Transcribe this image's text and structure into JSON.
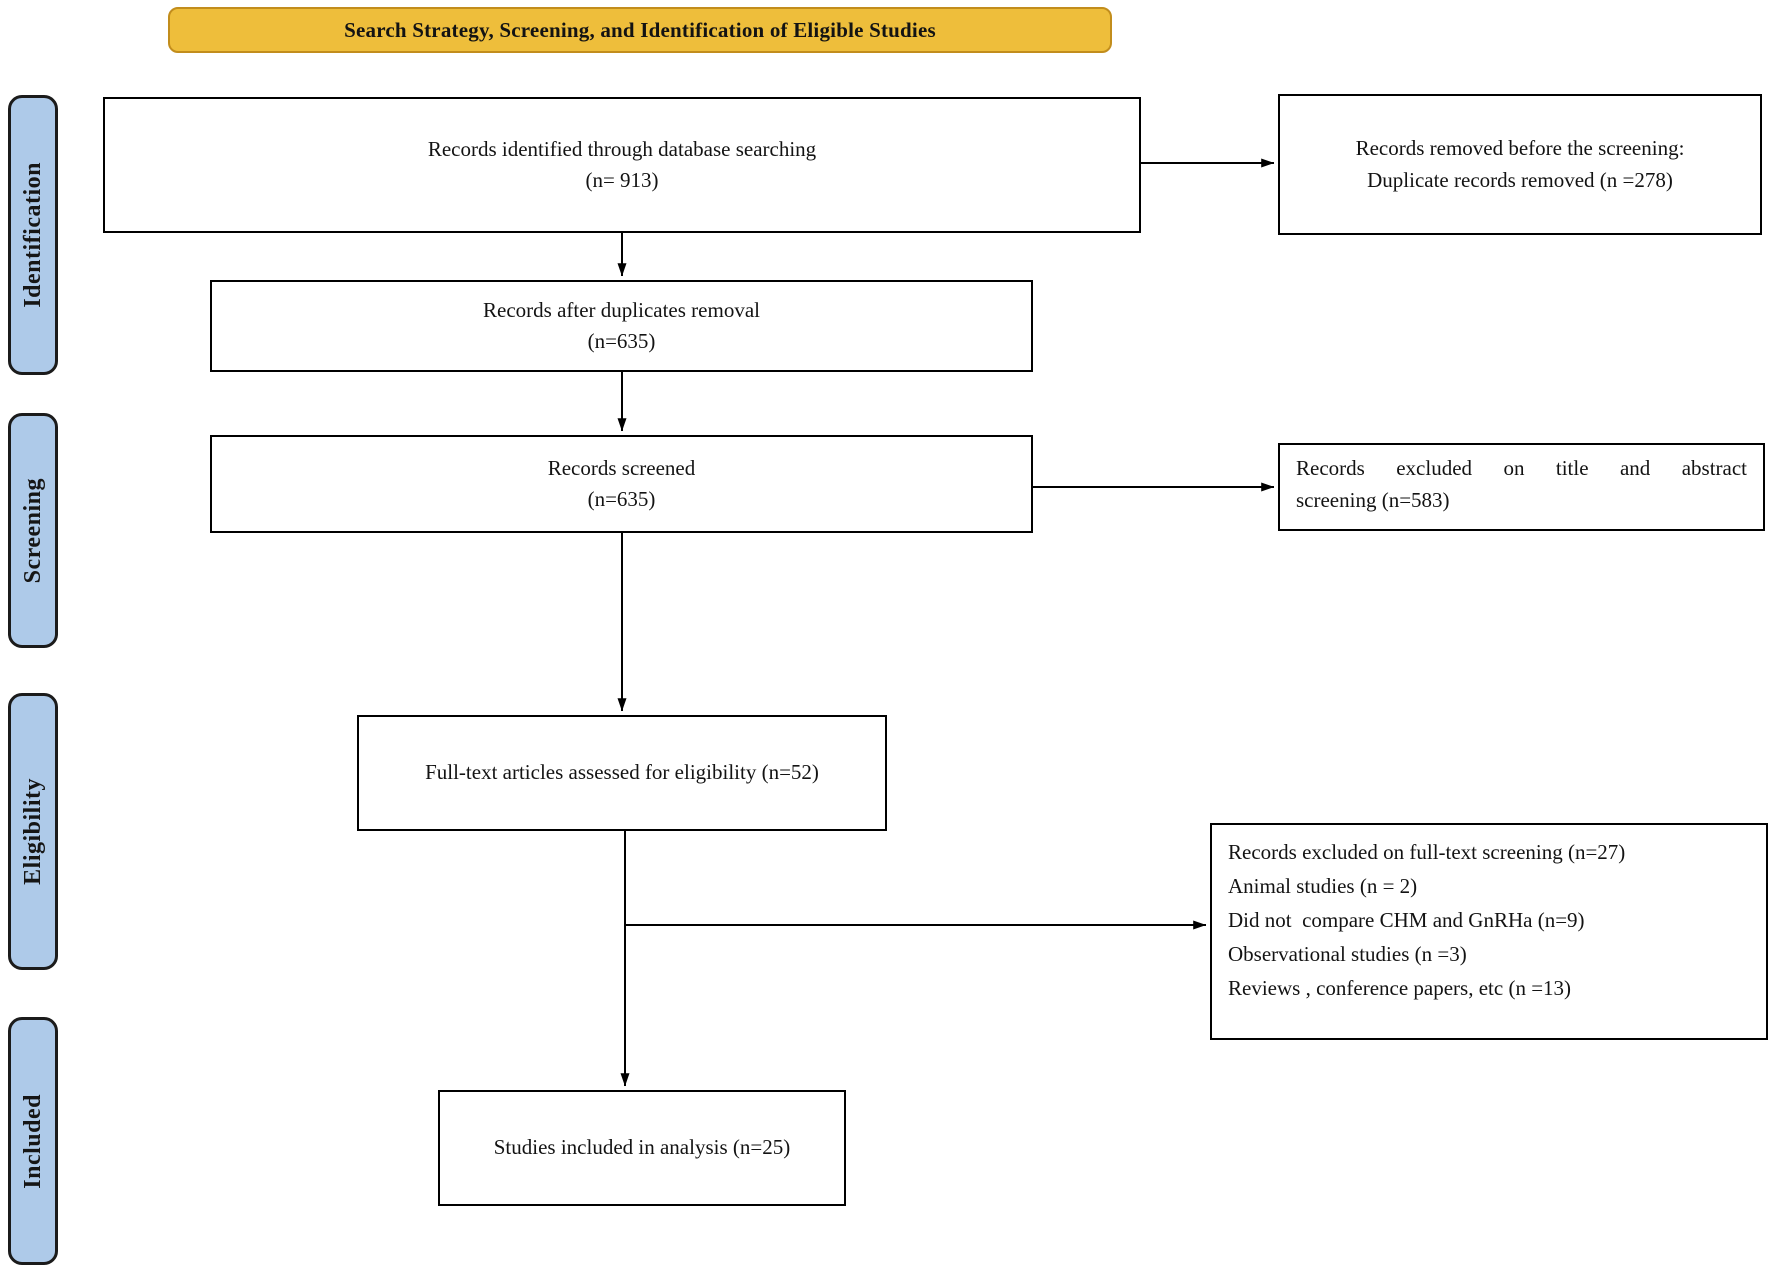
{
  "banner": {
    "title": "Search Strategy, Screening, and Identification of Eligible Studies"
  },
  "stages": [
    {
      "label": "Identification"
    },
    {
      "label": "Screening"
    },
    {
      "label": "Eligibility"
    },
    {
      "label": "Included"
    }
  ],
  "boxes": {
    "identified": {
      "line1": "Records identified through database searching",
      "line2": "(n= 913)"
    },
    "removed_before": {
      "line1": "Records removed before the screening:",
      "line2": "Duplicate records removed (n =278)"
    },
    "after_duplicates": {
      "line1": "Records after duplicates removal",
      "line2": "(n=635)"
    },
    "screened": {
      "line1": "Records screened",
      "line2": "(n=635)"
    },
    "excluded_title_abstract": {
      "line1": "Records excluded on title and abstract",
      "line2": "screening (n=583)"
    },
    "fulltext_assessed": {
      "text": "Full-text articles assessed for eligibility (n=52)"
    },
    "excluded_fulltext": {
      "lines": [
        "Records excluded on full-text screening (n=27)",
        "Animal studies (n = 2)",
        "Did not  compare CHM and GnRHa (n=9)",
        "Observational studies (n =3)",
        "Reviews , conference papers, etc (n =13)"
      ]
    },
    "included_analysis": {
      "text": "Studies included in analysis (n=25)"
    }
  },
  "colors": {
    "banner_fill": "#eebe3b",
    "banner_border": "#c28d1c",
    "stage_fill": "#aecae9",
    "stage_border": "#1b1b1b",
    "box_border": "#000000",
    "arrow": "#000000"
  }
}
